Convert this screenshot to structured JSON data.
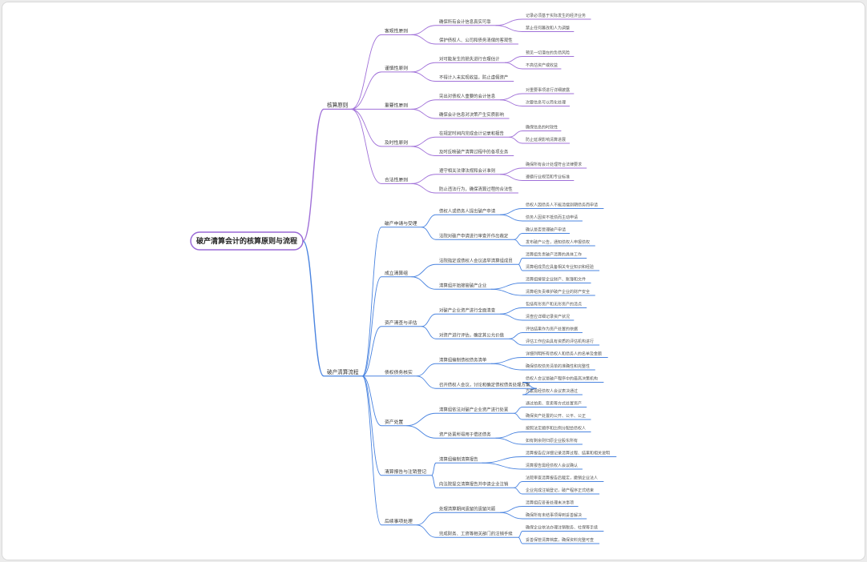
{
  "root": "破产清算会计的核算原则与流程",
  "colors": {
    "principles": "#a070d8",
    "process": "#4a84e0",
    "root_border": "#9a6ad6"
  },
  "branches": [
    {
      "label": "核算原则",
      "children": [
        {
          "label": "客观性原则",
          "children": [
            {
              "label": "确保所有会计信息真实可靠",
              "children": [
                {
                  "label": "记录必须基于实际发生的经济业务"
                },
                {
                  "label": "禁止任何篡改和人为调整"
                }
              ]
            },
            {
              "label": "保护债权人、公司和债务清偿的客观性"
            }
          ]
        },
        {
          "label": "谨慎性原则",
          "children": [
            {
              "label": "对可能发生的损失进行合理估计",
              "children": [
                {
                  "label": "预见一切潜在的负债风险"
                },
                {
                  "label": "不高估资产或收益"
                }
              ]
            },
            {
              "label": "不得计入未实现收益，防止虚假资产"
            }
          ]
        },
        {
          "label": "重要性原则",
          "children": [
            {
              "label": "突出对债权人重要的会计信息",
              "children": [
                {
                  "label": "对重要事项进行详细披露"
                },
                {
                  "label": "次要信息可以简化处理"
                }
              ]
            },
            {
              "label": "确保会计信息对决策产生实质影响"
            }
          ]
        },
        {
          "label": "及时性原则",
          "children": [
            {
              "label": "在规定时间内完成会计记录和报告",
              "children": [
                {
                  "label": "确保信息的时效性"
                },
                {
                  "label": "防止延误影响清算进展"
                }
              ]
            },
            {
              "label": "及时反映破产清算过程中的各项业务"
            }
          ]
        },
        {
          "label": "合法性原则",
          "children": [
            {
              "label": "遵守相关法律法规和会计准则",
              "children": [
                {
                  "label": "确保所有会计处理符合法律要求"
                },
                {
                  "label": "遵循行业规范和专业标准"
                }
              ]
            },
            {
              "label": "防止违法行为，确保清算过程的合法性"
            }
          ]
        }
      ]
    },
    {
      "label": "破产清算流程",
      "children": [
        {
          "label": "破产申请与受理",
          "children": [
            {
              "label": "债权人或债务人提出破产申请",
              "children": [
                {
                  "label": "债权人因债务人不能清偿到期债务而申请"
                },
                {
                  "label": "债务人因资不抵债而主动申请"
                }
              ]
            },
            {
              "label": "法院对破产申请进行审查并作出裁定",
              "children": [
                {
                  "label": "确认是否受理破产申请"
                },
                {
                  "label": "发布破产公告，通知债权人申报债权"
                }
              ]
            }
          ]
        },
        {
          "label": "成立清算组",
          "children": [
            {
              "label": "法院指定或债权人会议选举清算组成员",
              "children": [
                {
                  "label": "清算组负责破产清算的具体工作"
                },
                {
                  "label": "清算组成员应具备相关专业知识和经验"
                }
              ]
            },
            {
              "label": "清算组开始接管破产企业",
              "children": [
                {
                  "label": "清算组接管企业财产、账簿和文件"
                },
                {
                  "label": "清算组负责维护破产企业的财产安全"
                }
              ]
            }
          ]
        },
        {
          "label": "资产清查与评估",
          "children": [
            {
              "label": "对破产企业资产进行全面清查",
              "children": [
                {
                  "label": "包括有形资产和无形资产的清点"
                },
                {
                  "label": "清查应详细记录资产状况"
                }
              ]
            },
            {
              "label": "对资产进行评估，确定其公允价值",
              "children": [
                {
                  "label": "评估结果作为资产处置的依据"
                },
                {
                  "label": "评估工作应由具有资质的评估机构进行"
                }
              ]
            }
          ]
        },
        {
          "label": "债权债务核实",
          "children": [
            {
              "label": "清算组编制债权债务清单",
              "children": [
                {
                  "label": "详细列明所有债权人和债务人的名单及金额"
                },
                {
                  "label": "确保债权债务清单的准确性和完整性"
                }
              ]
            },
            {
              "label": "召开债权人会议，讨论和确定债权债务处理方案",
              "children": [
                {
                  "label": "债权人会议是破产程序中的最高决策机构"
                },
                {
                  "label": "方案需经债权人会议表决通过"
                }
              ]
            }
          ]
        },
        {
          "label": "资产处置",
          "children": [
            {
              "label": "清算组依法对破产企业资产进行处置",
              "children": [
                {
                  "label": "通过拍卖、变卖等方式处置资产"
                },
                {
                  "label": "确保资产处置的公开、公平、公正"
                }
              ]
            },
            {
              "label": "资产处置所得用于偿还债务",
              "children": [
                {
                  "label": "按照法定顺序和比例分配给债权人"
                },
                {
                  "label": "如有剩余则归原企业股东所有"
                }
              ]
            }
          ]
        },
        {
          "label": "清算报告与注销登记",
          "children": [
            {
              "label": "清算组编制清算报告",
              "children": [
                {
                  "label": "清算报告应详细记录清算过程、结果和相关说明"
                },
                {
                  "label": "清算报告需经债权人会议确认"
                }
              ]
            },
            {
              "label": "向法院提交清算报告并申请企业注销",
              "children": [
                {
                  "label": "法院审查清算报告后裁定，撤销企业法人"
                },
                {
                  "label": "企业完成注销登记，破产程序正式结束"
                }
              ]
            }
          ]
        },
        {
          "label": "后续事项处理",
          "children": [
            {
              "label": "处理清算期间遗留的遗留问题",
              "children": [
                {
                  "label": "清算组应妥善处理未决事项"
                },
                {
                  "label": "确保所有未结事项得到妥善解决"
                }
              ]
            },
            {
              "label": "完成财务、工资等相关部门的注销手续",
              "children": [
                {
                  "label": "确保企业依法办理注销税务、社保等手续"
                },
                {
                  "label": "妥善保管清算档案，确保资料完整可查"
                }
              ]
            }
          ]
        }
      ]
    }
  ]
}
